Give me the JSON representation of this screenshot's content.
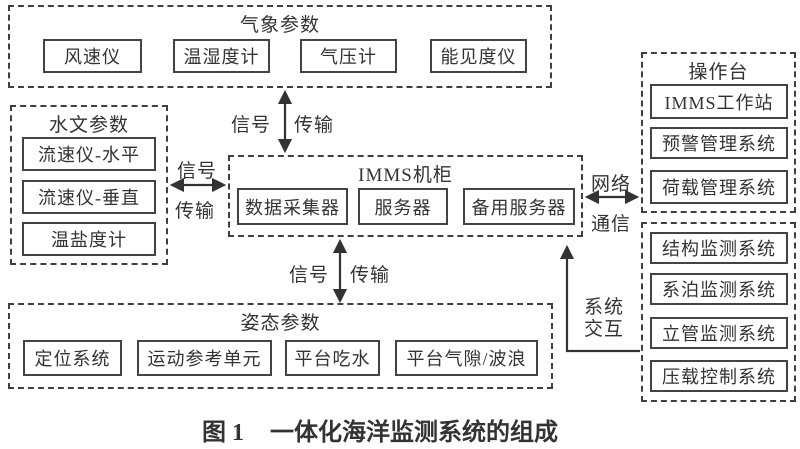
{
  "figure": {
    "caption_label": "图 1",
    "caption_title": "一体化海洋监测系统的组成"
  },
  "groups": {
    "met": {
      "title": "气象参数",
      "items": [
        "风速仪",
        "温湿度计",
        "气压计",
        "能见度仪"
      ]
    },
    "hydro": {
      "title": "水文参数",
      "items": [
        "流速仪-水平",
        "流速仪-垂直",
        "温盐度计"
      ]
    },
    "imms": {
      "title": "IMMS机柜",
      "items": [
        "数据采集器",
        "服务器",
        "备用服务器"
      ]
    },
    "console": {
      "title": "操作台",
      "items": [
        "IMMS工作站",
        "预警管理系统",
        "荷载管理系统"
      ]
    },
    "monitor": {
      "items": [
        "结构监测系统",
        "系泊监测系统",
        "立管监测系统",
        "压载控制系统"
      ]
    },
    "attitude": {
      "title": "姿态参数",
      "items": [
        "定位系统",
        "运动参考单元",
        "平台吃水",
        "平台气隙/波浪"
      ]
    }
  },
  "links": {
    "met_imms": {
      "left": "信号",
      "right": "传输"
    },
    "hydro_imms": {
      "top": "信号",
      "bottom": "传输"
    },
    "attitude_imms": {
      "left": "信号",
      "right": "传输"
    },
    "imms_console": {
      "top": "网络",
      "bottom": "通信"
    },
    "monitor_imms": {
      "line1": "系统",
      "line2": "交互"
    }
  },
  "colors": {
    "line": "#3a3a3a",
    "text": "#333333",
    "background": "#ffffff"
  }
}
